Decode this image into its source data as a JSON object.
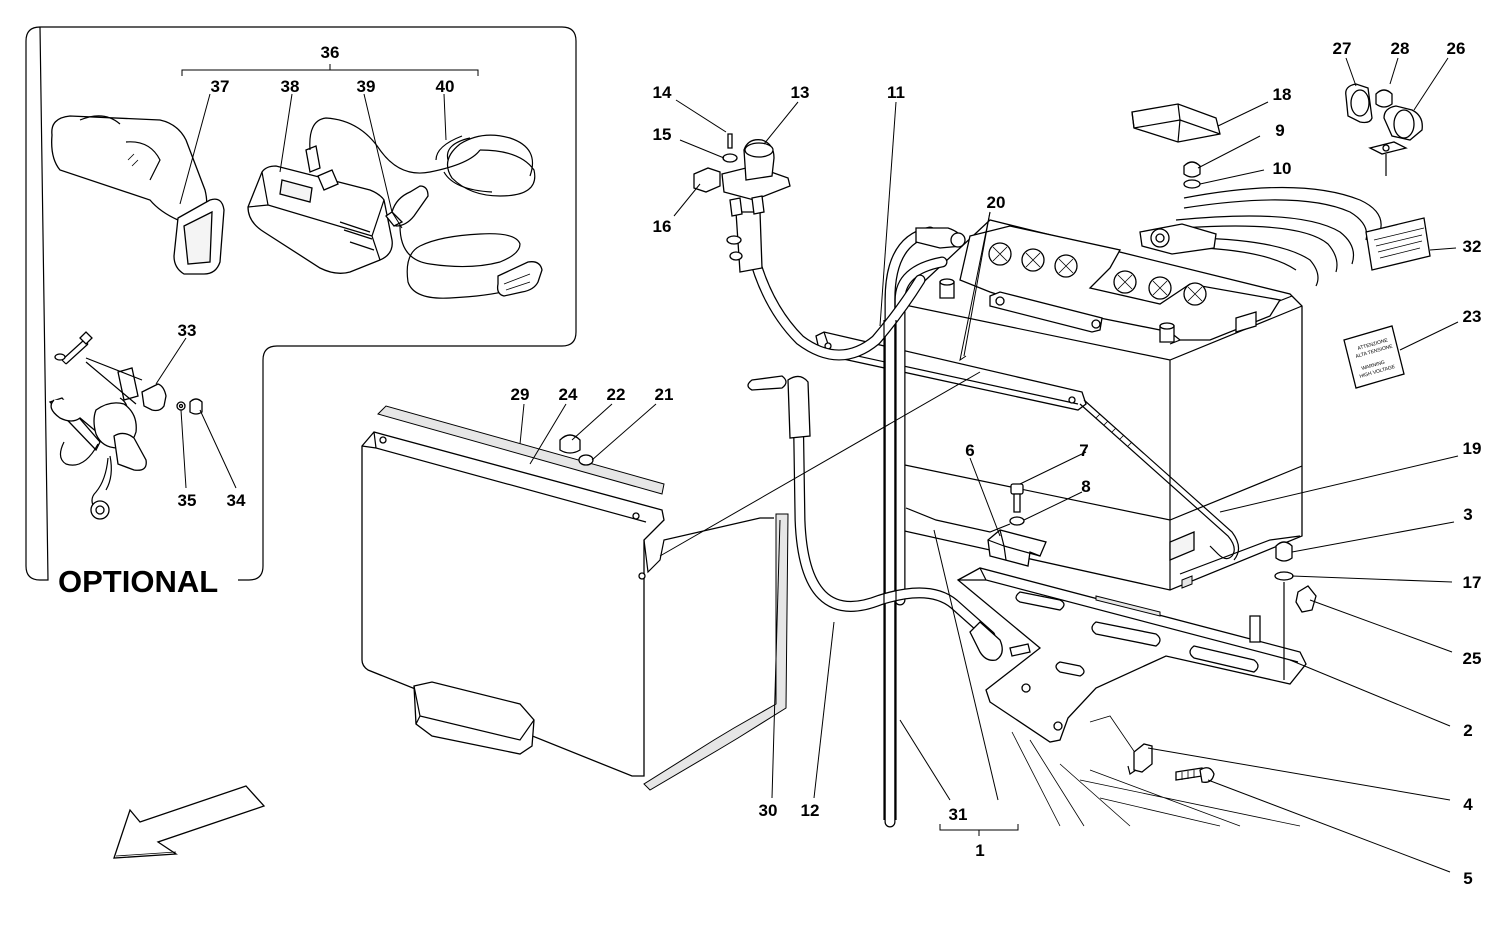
{
  "optional_label": "OPTIONAL",
  "callouts": {
    "c1": "1",
    "c2": "2",
    "c3": "3",
    "c4": "4",
    "c5": "5",
    "c6": "6",
    "c7": "7",
    "c8": "8",
    "c9": "9",
    "c10": "10",
    "c11": "11",
    "c12": "12",
    "c13": "13",
    "c14": "14",
    "c15": "15",
    "c16": "16",
    "c17": "17",
    "c18": "18",
    "c19": "19",
    "c20": "20",
    "c21": "21",
    "c22": "22",
    "c23": "23",
    "c24": "24",
    "c25": "25",
    "c26": "26",
    "c27": "27",
    "c28": "28",
    "c29": "29",
    "c30": "30",
    "c31": "31",
    "c32": "32",
    "c33": "33",
    "c34": "34",
    "c35": "35",
    "c36": "36",
    "c37": "37",
    "c38": "38",
    "c39": "39",
    "c40": "40"
  },
  "warning_label": {
    "line1": "ATTENZIONE",
    "line2": "ALTA TENSIONE",
    "line3": "WARNING",
    "line4": "HIGH VOLTAGE"
  }
}
